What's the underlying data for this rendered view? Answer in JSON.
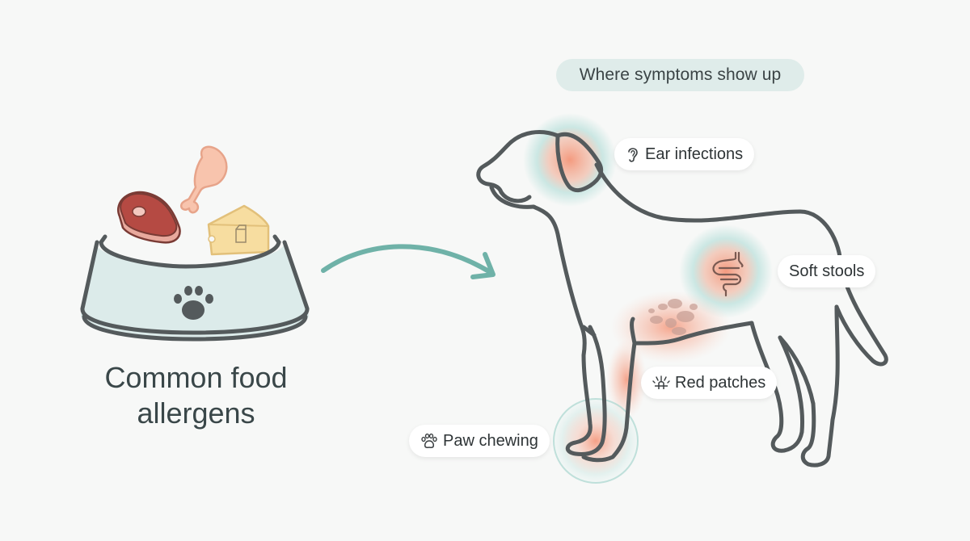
{
  "header": {
    "title": "Where symptoms show up"
  },
  "left_panel": {
    "title": "Common food allergens",
    "title_lines": [
      "Common food",
      "allergens"
    ],
    "items": [
      {
        "name": "beef",
        "icon": "steak-icon"
      },
      {
        "name": "chicken",
        "icon": "drumstick-icon"
      },
      {
        "name": "dairy",
        "icon": "cheese-milk-icon"
      }
    ],
    "bowl_icon": "paw-icon"
  },
  "arrow": {
    "direction": "left-to-right",
    "color": "#6fb2a8"
  },
  "symptoms": [
    {
      "id": "ear",
      "label": "Ear infections",
      "icon": "ear-icon"
    },
    {
      "id": "gut",
      "label": "Soft stools",
      "icon": "intestine-icon"
    },
    {
      "id": "skin",
      "label": "Red patches",
      "icon": "skin-irritation-icon"
    },
    {
      "id": "paw",
      "label": "Paw chewing",
      "icon": "paw-icon"
    }
  ],
  "colors": {
    "background": "#f7f8f7",
    "outline": "#545a5c",
    "teal_glow": "#a7d9d3",
    "red_glow": "#f48a6a",
    "bowl": "#dcebea",
    "title_pill": "#dfecea"
  }
}
